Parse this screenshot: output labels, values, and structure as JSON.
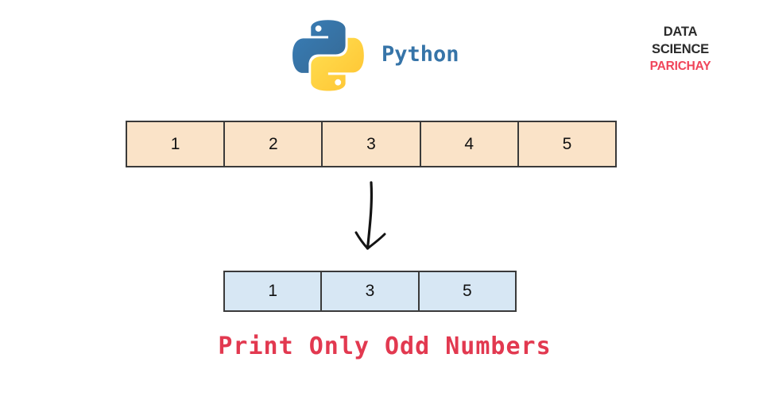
{
  "branding": {
    "python_label": "Python",
    "site_line1": "DATA SCIENCE",
    "site_line2": "PARICHAY"
  },
  "input_row": {
    "cells": [
      "1",
      "2",
      "3",
      "4",
      "5"
    ]
  },
  "output_row": {
    "cells": [
      "1",
      "3",
      "5"
    ]
  },
  "caption": "Print Only Odd Numbers",
  "icons": {
    "python_logo": "python-logo-icon",
    "down_arrow": "down-arrow-icon"
  },
  "colors": {
    "input_cell_bg": "#fae3c8",
    "output_cell_bg": "#d7e7f4",
    "cell_border": "#3a3a3a",
    "python_wordmark_blue": "#3674a8",
    "logo_blue": "#3776ab",
    "logo_yellow": "#ffd43b",
    "brand_dark": "#2b2b2b",
    "brand_red": "#f0455a",
    "caption_red": "#e23950",
    "arrow_black": "#141414"
  }
}
